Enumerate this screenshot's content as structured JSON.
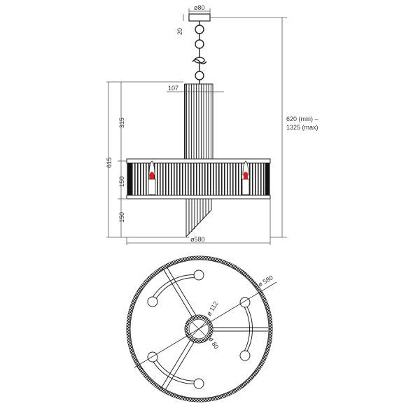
{
  "drawing": {
    "title": "Chandelier dimension drawing",
    "units": "mm",
    "colors": {
      "line": "#222222",
      "bulb_flame": "#e01b1b",
      "dim_line": "#555555"
    }
  },
  "side_view": {
    "canopy_diameter": "ø80",
    "canopy_height": "20",
    "top_width": "107",
    "upper_height": "315",
    "shade_height": "150",
    "lower_height": "150",
    "overall_body_height": "615",
    "overall_width": "ø580",
    "total_height_line1": "620 (min) –",
    "total_height_line2": "1325 (max)"
  },
  "bottom_view": {
    "outer_diameter": "ø 580",
    "hub_outer_diameter": "ø 112",
    "hub_inner_diameter": "ø 80",
    "bulb_count": 6,
    "arm_count": 3
  }
}
